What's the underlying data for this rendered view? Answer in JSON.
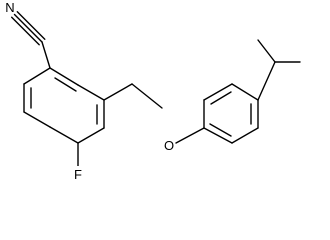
{
  "molecule": {
    "atoms": {
      "nitrogen": "N",
      "fluorine": "F",
      "oxygen": "O"
    },
    "colors": {
      "bond": "#000000",
      "label": "#000000",
      "background": "#ffffff"
    }
  }
}
